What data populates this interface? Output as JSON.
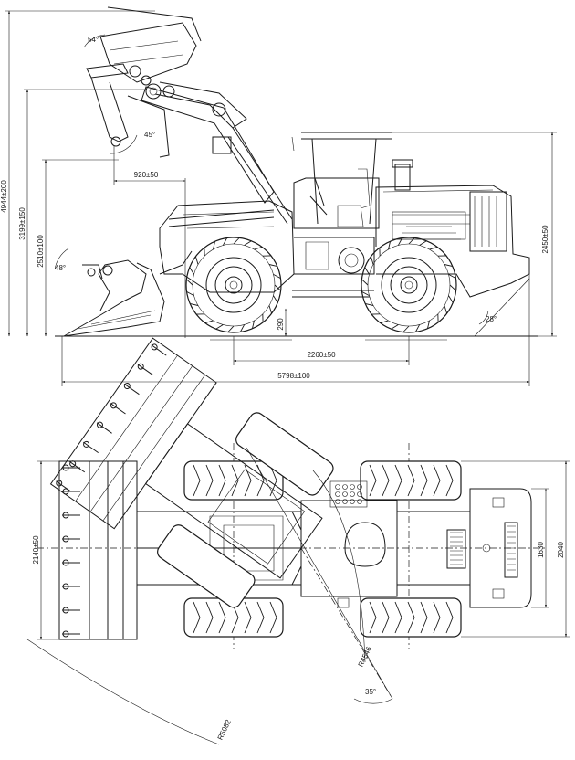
{
  "side_view": {
    "dim_total_height": "4944±200",
    "dim_dump_height": "3199±150",
    "dim_pin_height": "2510±100",
    "dim_cab_height": "2450±50",
    "dim_reach": "920±50",
    "dim_wheelbase": "2260±50",
    "dim_overall_length": "5798±100",
    "dim_clearance": "290",
    "angle_dump": "54°",
    "angle_rollback": "45°",
    "angle_ground": "48°",
    "angle_departure": "28°"
  },
  "top_view": {
    "dim_bucket_width": "2140±50",
    "dim_track": "1630",
    "dim_overall_width": "2040",
    "radius_inner": "R4546",
    "radius_outer": "R5082",
    "angle_articulation": "35°"
  }
}
